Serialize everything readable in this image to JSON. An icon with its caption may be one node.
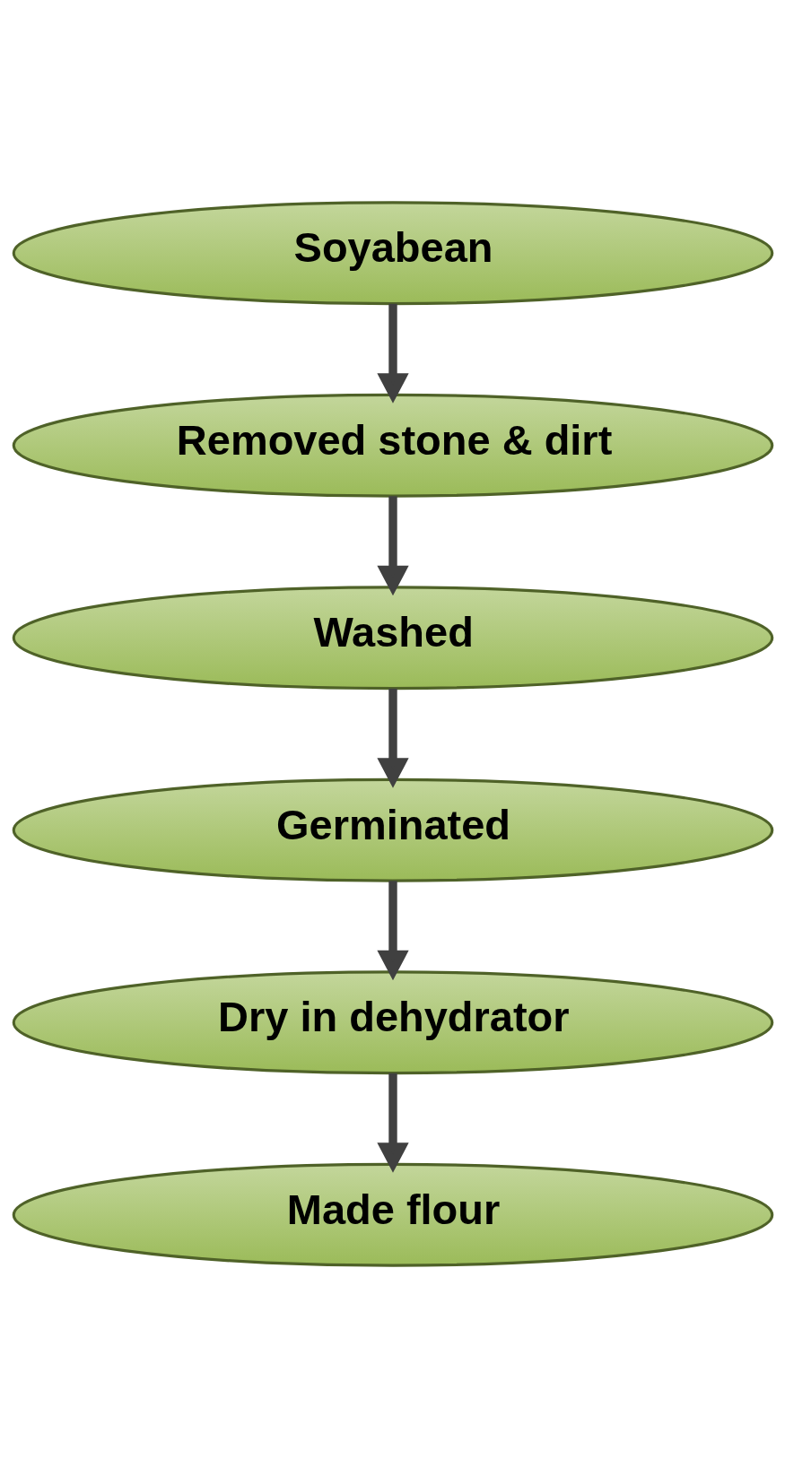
{
  "diagram": {
    "nodes": [
      {
        "text": [
          "Soyabean"
        ]
      },
      {
        "text": [
          "Removed stone & dirt"
        ]
      },
      {
        "text": [
          "Washed"
        ]
      },
      {
        "text": [
          "Germinated"
        ]
      },
      {
        "text": [
          "Dry in dehydrator"
        ]
      },
      {
        "text": [
          "Made flour"
        ]
      }
    ],
    "edges": [
      {
        "from": 0,
        "to": 1,
        "arrow": "to"
      },
      {
        "from": 1,
        "to": 2,
        "arrow": "to"
      },
      {
        "from": 2,
        "to": 3,
        "arrow": "to"
      },
      {
        "from": 3,
        "to": 4,
        "arrow": "to"
      },
      {
        "from": 4,
        "to": 5,
        "arrow": "to"
      }
    ]
  }
}
